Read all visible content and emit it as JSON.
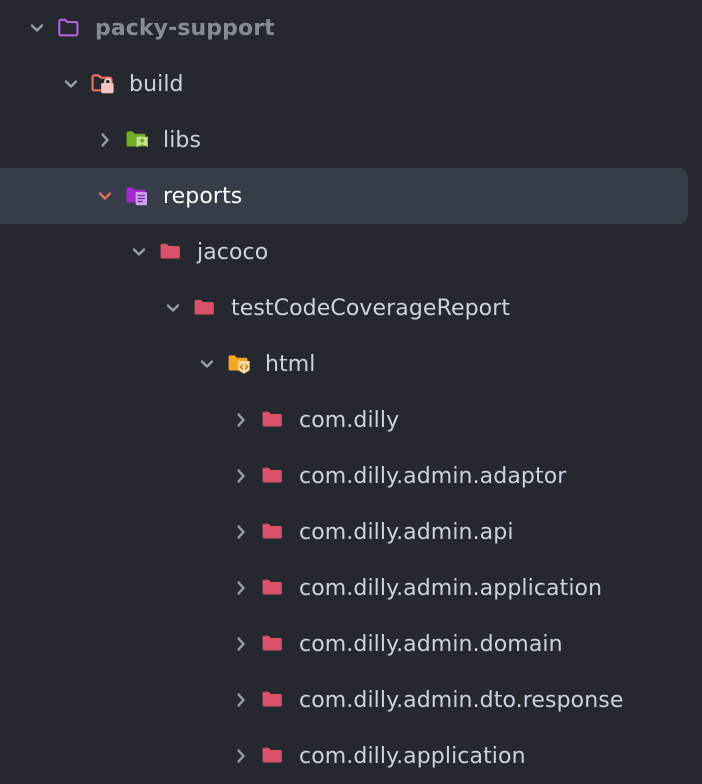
{
  "theme": {
    "background": "#25282e",
    "selected_background": "#373d48",
    "label_color": "#ccd3e0",
    "root_label_color": "#868c96",
    "selected_label_color": "#ffffff",
    "chevron_color": "#9aa0aa",
    "selected_chevron_color": "#e8705a",
    "folder_purple": "#b362e0",
    "folder_coral": "#e8705a",
    "folder_green": "#73ac28",
    "folder_pink": "#d9516b",
    "folder_orange": "#f5a623"
  },
  "file_tree": {
    "name": "project-file-tree",
    "rows": [
      {
        "label": "packy-support",
        "depth": 0,
        "expanded": true,
        "chevron": "chevron-down-icon",
        "icon": "folder-outline-purple-icon",
        "selected": false,
        "is_root": true
      },
      {
        "label": "build",
        "depth": 1,
        "expanded": true,
        "chevron": "chevron-down-icon",
        "icon": "folder-build-coral-icon",
        "selected": false,
        "is_root": false
      },
      {
        "label": "libs",
        "depth": 2,
        "expanded": false,
        "chevron": "chevron-right-icon",
        "icon": "folder-libs-green-icon",
        "selected": false,
        "is_root": false
      },
      {
        "label": "reports",
        "depth": 2,
        "expanded": true,
        "chevron": "chevron-down-icon",
        "icon": "folder-reports-purple-icon",
        "selected": true,
        "is_root": false
      },
      {
        "label": "jacoco",
        "depth": 3,
        "expanded": true,
        "chevron": "chevron-down-icon",
        "icon": "folder-pink-icon",
        "selected": false,
        "is_root": false
      },
      {
        "label": "testCodeCoverageReport",
        "depth": 4,
        "expanded": true,
        "chevron": "chevron-down-icon",
        "icon": "folder-pink-icon",
        "selected": false,
        "is_root": false
      },
      {
        "label": "html",
        "depth": 5,
        "expanded": true,
        "chevron": "chevron-down-icon",
        "icon": "folder-html-orange-icon",
        "selected": false,
        "is_root": false
      },
      {
        "label": "com.dilly",
        "depth": 6,
        "expanded": false,
        "chevron": "chevron-right-icon",
        "icon": "folder-pink-icon",
        "selected": false,
        "is_root": false
      },
      {
        "label": "com.dilly.admin.adaptor",
        "depth": 6,
        "expanded": false,
        "chevron": "chevron-right-icon",
        "icon": "folder-pink-icon",
        "selected": false,
        "is_root": false
      },
      {
        "label": "com.dilly.admin.api",
        "depth": 6,
        "expanded": false,
        "chevron": "chevron-right-icon",
        "icon": "folder-pink-icon",
        "selected": false,
        "is_root": false
      },
      {
        "label": "com.dilly.admin.application",
        "depth": 6,
        "expanded": false,
        "chevron": "chevron-right-icon",
        "icon": "folder-pink-icon",
        "selected": false,
        "is_root": false
      },
      {
        "label": "com.dilly.admin.domain",
        "depth": 6,
        "expanded": false,
        "chevron": "chevron-right-icon",
        "icon": "folder-pink-icon",
        "selected": false,
        "is_root": false
      },
      {
        "label": "com.dilly.admin.dto.response",
        "depth": 6,
        "expanded": false,
        "chevron": "chevron-right-icon",
        "icon": "folder-pink-icon",
        "selected": false,
        "is_root": false
      },
      {
        "label": "com.dilly.application",
        "depth": 6,
        "expanded": false,
        "chevron": "chevron-right-icon",
        "icon": "folder-pink-icon",
        "selected": false,
        "is_root": false
      }
    ]
  }
}
